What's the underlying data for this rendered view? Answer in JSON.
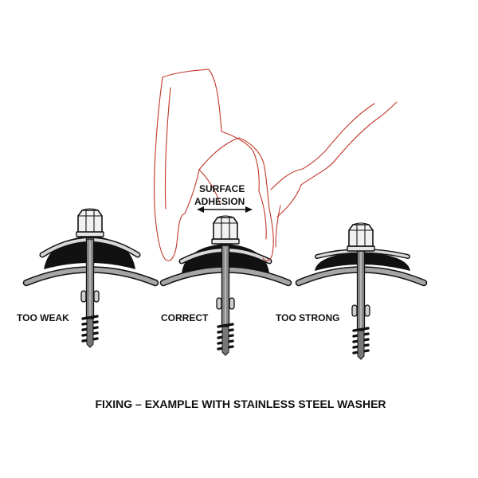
{
  "diagram": {
    "labels": {
      "too_weak": "TOO WEAK",
      "correct": "CORRECT",
      "too_strong": "TOO STRONG",
      "surface": "SURFACE",
      "adhesion": "ADHESION"
    },
    "caption": "FIXING – EXAMPLE WITH STAINLESS STEEL WASHER",
    "colors": {
      "hand_outline": "#c0392b",
      "sheet": "#a6a6a6",
      "rubber": "#111111",
      "washer": "#d8d8d8",
      "screw": "#8a8a8a"
    },
    "icons": [
      "hand-outline",
      "double-arrow"
    ]
  }
}
